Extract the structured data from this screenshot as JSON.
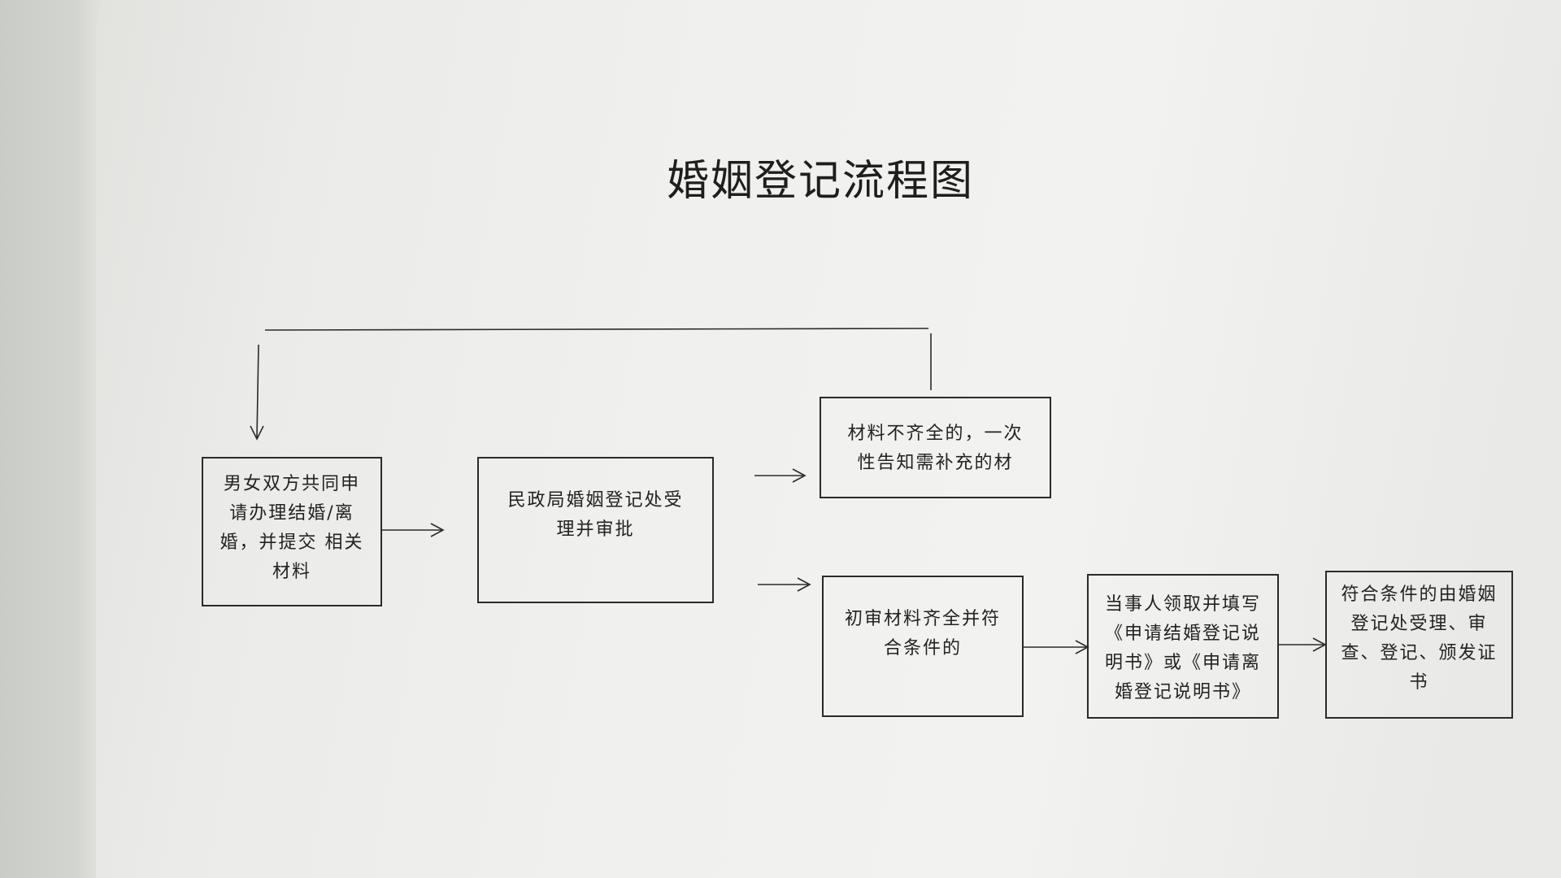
{
  "title": "婚姻登记流程图",
  "nodes": {
    "apply": "男女双方共同申请办理结婚/离婚，并提交 相关材料",
    "bureau": "民政局婚姻登记处受理并审批",
    "incomplete": "材料不齐全的，一次性告知需补充的材",
    "complete": "初审材料齐全并符合条件的",
    "fill_form": "当事人领取并填写《申请结婚登记说明书》或《申请离婚登记说明书》",
    "issue": "符合条件的由婚姻登记处受理、审查、登记、颁发证书"
  },
  "colors": {
    "line": "#2a2a2a"
  }
}
